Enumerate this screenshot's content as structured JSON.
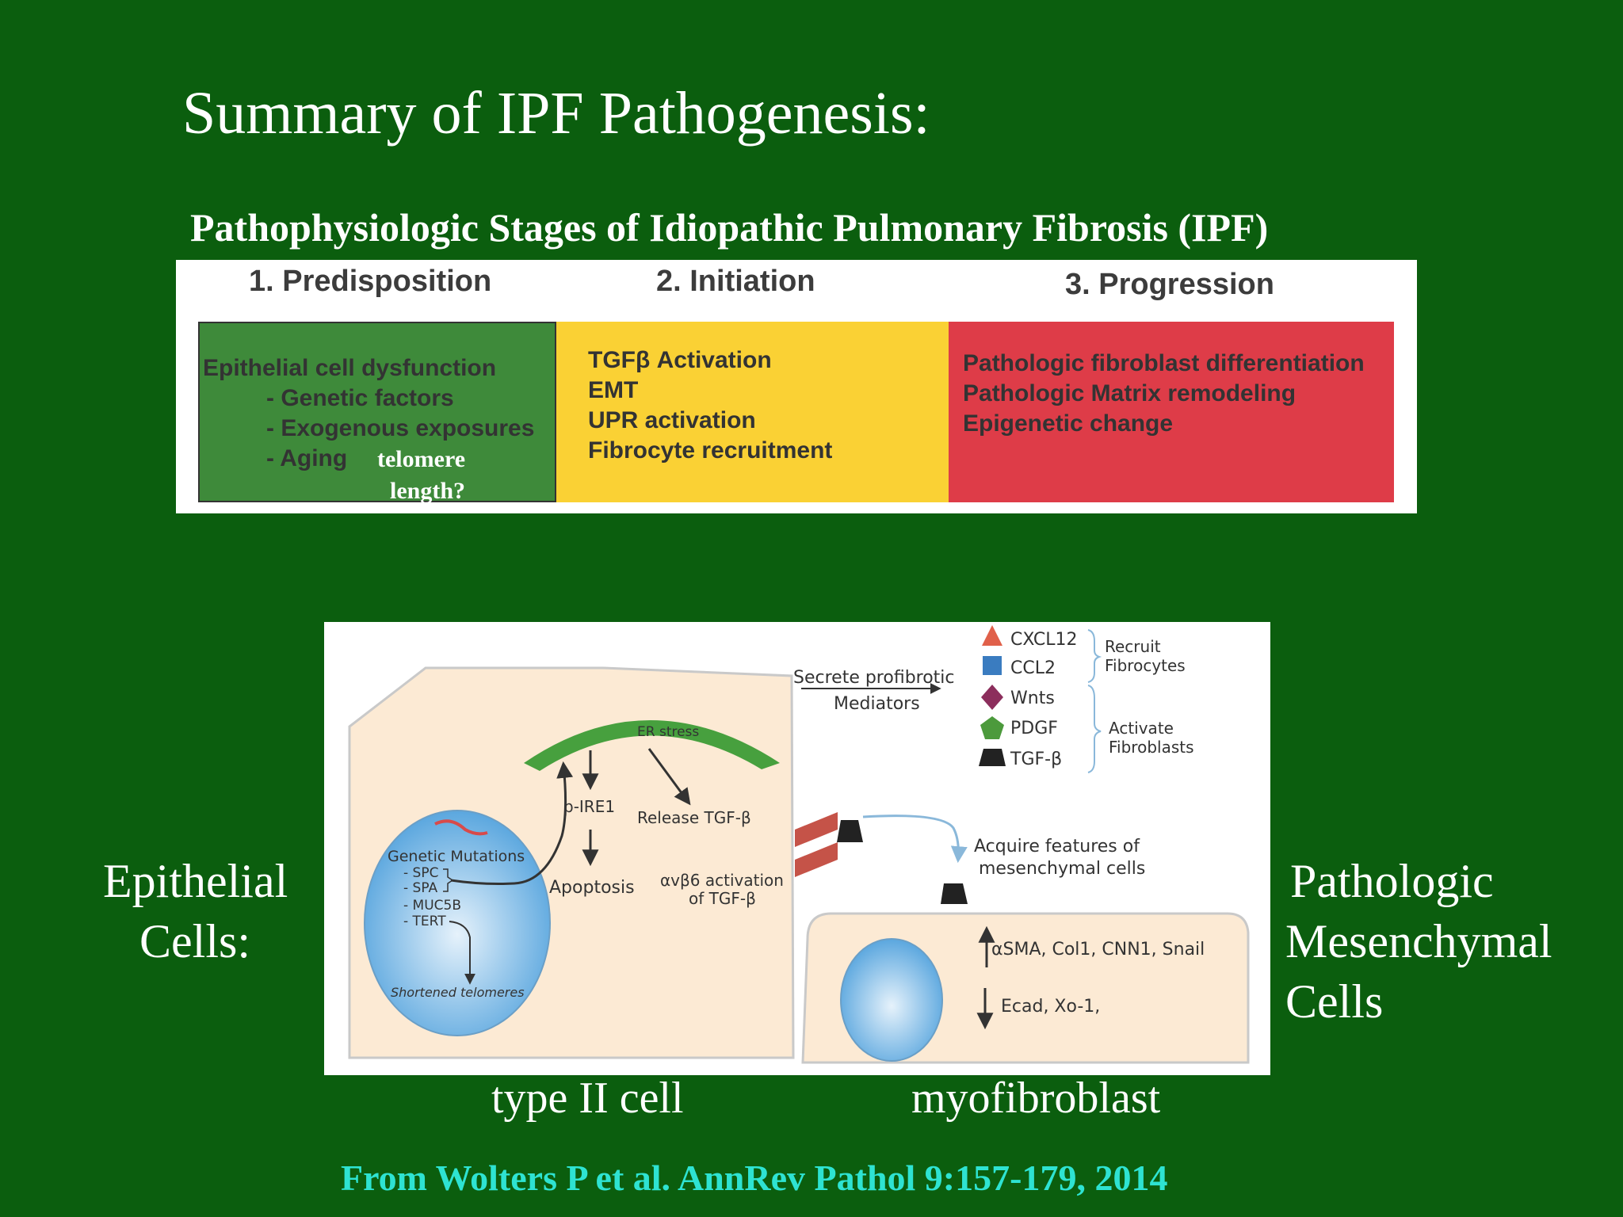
{
  "slide_title": "Summary of IPF Pathogenesis:",
  "stages_heading": "Pathophysiologic Stages of Idiopathic Pulmonary Fibrosis (IPF)",
  "stages": [
    {
      "label": "1. Predisposition",
      "color": "#3e8a3a",
      "lines": [
        "Epithelial cell dysfunction",
        "- Genetic factors",
        "- Exogenous exposures",
        "- Aging"
      ],
      "note_line1": "telomere",
      "note_line2": "length?"
    },
    {
      "label": "2. Initiation",
      "color": "#fad134",
      "lines": [
        "TGFβ Activation",
        "EMT",
        "UPR activation",
        "Fibrocyte recruitment"
      ]
    },
    {
      "label": "3. Progression",
      "color": "#de3c48",
      "lines": [
        "Pathologic fibroblast differentiation",
        "Pathologic Matrix remodeling",
        "Epigenetic change"
      ]
    }
  ],
  "diagram": {
    "secrete_line1": "Secrete profibrotic",
    "secrete_line2": "Mediators",
    "mediators": [
      {
        "name": "CXCL12",
        "icon": "triangle-icon",
        "color": "#e0604a"
      },
      {
        "name": "CCL2",
        "icon": "square-icon",
        "color": "#3a7cc0"
      },
      {
        "name": "Wnts",
        "icon": "diamond-icon",
        "color": "#8c2e5c"
      },
      {
        "name": "PDGF",
        "icon": "pentagon-icon",
        "color": "#4c9a3c"
      },
      {
        "name": "TGF-β",
        "icon": "trapezoid-icon",
        "color": "#222222"
      }
    ],
    "recruit_line1": "Recruit",
    "recruit_line2": "Fibrocytes",
    "activate_line1": "Activate",
    "activate_line2": "Fibroblasts",
    "er_stress": "ER stress",
    "p_ire1": "p-IRE1",
    "release_tgf": "Release TGF-β",
    "apoptosis": "Apoptosis",
    "avb6_line1": "αvβ6 activation",
    "avb6_line2": "of TGF-β",
    "genetic_mutations": "Genetic Mutations",
    "mutations": [
      "- SPC",
      "- SPA",
      "- MUC5B",
      "- TERT"
    ],
    "shortened_telomeres": "Shortened telomeres",
    "acquire_line1": "Acquire features of",
    "acquire_line2": "mesenchymal cells",
    "up_markers": "αSMA, Col1, CNN1, Snail",
    "down_markers": "Ecad, Xo-1,"
  },
  "left_label_line1": "Epithelial",
  "left_label_line2": "Cells:",
  "right_label_line1": "Pathologic",
  "right_label_line2": "Mesenchymal",
  "right_label_line3": "Cells",
  "caption_left": "type II cell",
  "caption_right": "myofibroblast",
  "citation": "From Wolters P et al. AnnRev Pathol 9:157-179, 2014"
}
